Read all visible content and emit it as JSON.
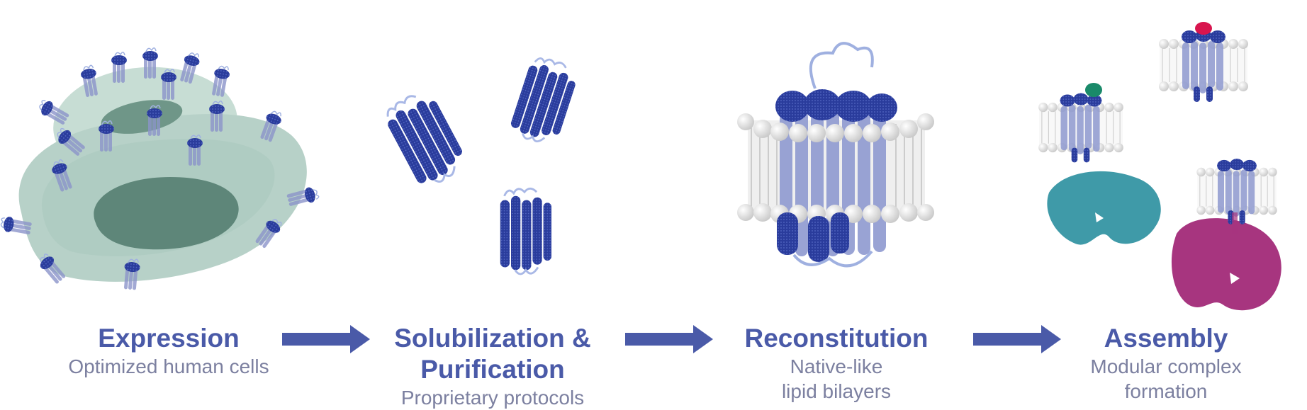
{
  "colors": {
    "accent": "#4a5aa8",
    "subtitle": "#7c80a0",
    "protein": "#2a3c9c",
    "cell": "#b7d1c8",
    "nucleus": "#5e8679",
    "lipid": "#e4e4e4",
    "partner_teal": "#3f9aa8",
    "partner_magenta": "#a7357f",
    "ligand_red": "#d8154e",
    "ligand_green": "#1a8a6a"
  },
  "stages": [
    {
      "title": "Expression",
      "subtitle": "Optimized human cells"
    },
    {
      "title": "Solubilization &\nPurification",
      "subtitle": "Proprietary protocols"
    },
    {
      "title": "Reconstitution",
      "subtitle": "Native-like\nlipid bilayers"
    },
    {
      "title": "Assembly",
      "subtitle": "Modular complex\nformation"
    }
  ],
  "arrows": [
    "arrow-right-icon",
    "arrow-right-icon",
    "arrow-right-icon"
  ]
}
